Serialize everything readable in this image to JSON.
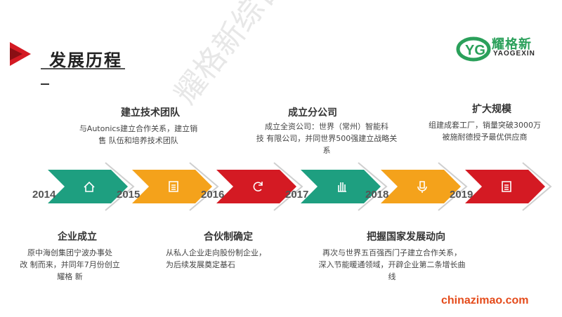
{
  "header": {
    "title": "发展历程",
    "logo_cn": "耀格新",
    "logo_en": "YAOGEXIN"
  },
  "colors": {
    "teal": "#1e9f80",
    "orange": "#f4a21b",
    "red": "#d41a23",
    "brand_red": "#d41a23",
    "logo_green": "#2aa05a"
  },
  "milestones": [
    {
      "year": "2014",
      "color": "#1e9f80",
      "icon": "home-icon",
      "title": "企业成立",
      "desc": [
        "原中海创集团宁波办事处",
        "改  制而来，并同年7月份创立",
        "耀格  新"
      ]
    },
    {
      "year": "2015",
      "color": "#f4a21b",
      "icon": "document-icon",
      "title": "建立技术团队",
      "desc": [
        "与Autonics建立合作关系，建立销",
        "售  队伍和培养技术团队"
      ]
    },
    {
      "year": "2016",
      "color": "#d41a23",
      "icon": "refresh-icon",
      "title": "合伙制确定",
      "desc": [
        "从私人企业走向股份制企业，",
        "为后续发展奠定基石"
      ]
    },
    {
      "year": "2017",
      "color": "#1e9f80",
      "icon": "hand-icon",
      "title": "成立分公司",
      "desc": [
        "成立全资公司：世界（常州）智能科",
        "技  有限公司，并同世界500强建立战略关",
        "系"
      ]
    },
    {
      "year": "2018",
      "color": "#f4a21b",
      "icon": "microphone-icon",
      "title": "把握国家发展动向",
      "desc": [
        "再次与世界五百强西门子建立合作关系，",
        "深入节能暖通领域，开辟企业第二条增长曲",
        "线"
      ]
    },
    {
      "year": "2019",
      "color": "#d41a23",
      "icon": "document-icon",
      "title": "扩大规模",
      "desc": [
        "组建成套工厂，销量突破3000万",
        "被施耐德授予最优供应商"
      ]
    }
  ],
  "watermark": "耀格新综合能源",
  "site": "chinazimao.com"
}
